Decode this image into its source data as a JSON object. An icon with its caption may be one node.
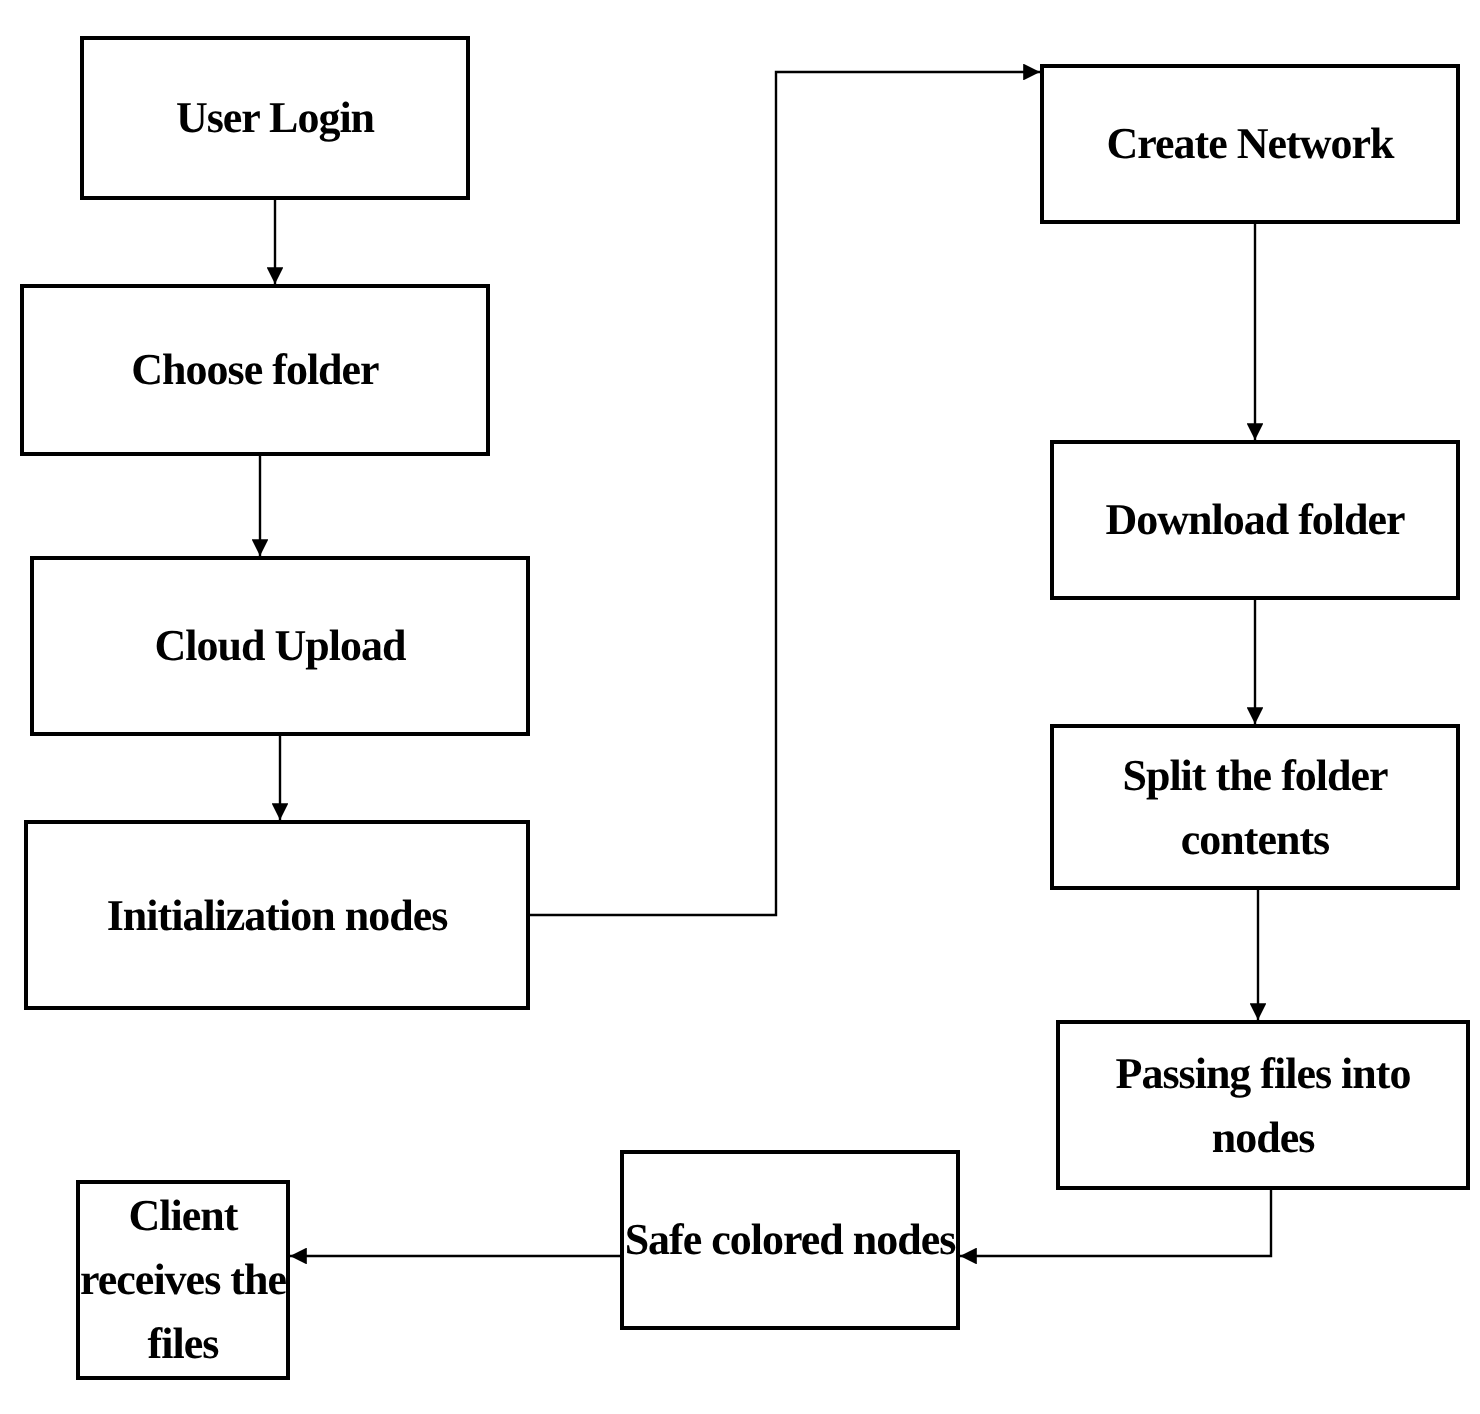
{
  "diagram": {
    "nodes": [
      {
        "text": [
          "User Login"
        ]
      },
      {
        "text": [
          "Choose folder"
        ]
      },
      {
        "text": [
          "Cloud Upload"
        ]
      },
      {
        "text": [
          "Initialization nodes"
        ]
      },
      {
        "text": [
          "Create Network"
        ]
      },
      {
        "text": [
          "Download folder"
        ]
      },
      {
        "text": [
          "Split the folder contents"
        ]
      },
      {
        "text": [
          "Passing files into nodes"
        ]
      },
      {
        "text": [
          "Safe colored nodes"
        ]
      },
      {
        "text": [
          "Client receives the files"
        ]
      }
    ],
    "edges": [
      {
        "from": 0,
        "to": 1,
        "arrow": "to"
      },
      {
        "from": 1,
        "to": 2,
        "arrow": "to"
      },
      {
        "from": 2,
        "to": 3,
        "arrow": "to"
      },
      {
        "from": 3,
        "to": 4,
        "arrow": "to"
      },
      {
        "from": 4,
        "to": 5,
        "arrow": "to"
      },
      {
        "from": 5,
        "to": 6,
        "arrow": "to"
      },
      {
        "from": 6,
        "to": 7,
        "arrow": "to"
      },
      {
        "from": 7,
        "to": 8,
        "arrow": "to"
      },
      {
        "from": 8,
        "to": 9,
        "arrow": "to"
      }
    ]
  }
}
